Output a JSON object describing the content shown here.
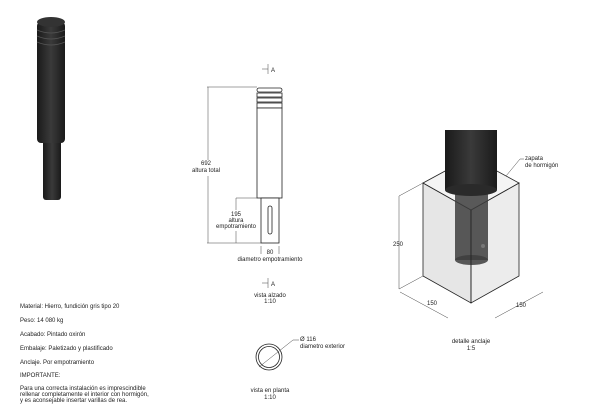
{
  "elevation": {
    "section_mark": "A",
    "total_height": "692",
    "total_height_label": "altura total",
    "embed_height": "195",
    "embed_height_label_1": "altura",
    "embed_height_label_2": "empotramiento",
    "embed_diameter": "80",
    "embed_diameter_label": "diametro empotramiento",
    "title": "vista alzado",
    "scale": "1:10"
  },
  "plan": {
    "outer_diameter": "Ø 116",
    "outer_diameter_label": "diametro exterior",
    "title": "vista en planta",
    "scale": "1:10"
  },
  "detail": {
    "footing_label_1": "zapata",
    "footing_label_2": "de hormigón",
    "height": "250",
    "width_left": "150",
    "width_right": "150",
    "title": "detalle anclaje",
    "scale": "1:5"
  },
  "specs": {
    "material": "Material: Hierro, fundición gris tipo 20",
    "weight": "Peso: 14 080 kg",
    "finish": "Acabado: Pintado oxirón",
    "packaging": "Embalaje: Paletizado y plastificado",
    "anchoring": "Anclaje. Por empotramiento",
    "important_heading": "IMPORTANTE:",
    "important_lines": [
      "Para una correcta instalación es imprescindible",
      "rellenar completamente el interior con hormigón,",
      "y es aconsejable insertar varillas de rea."
    ]
  }
}
